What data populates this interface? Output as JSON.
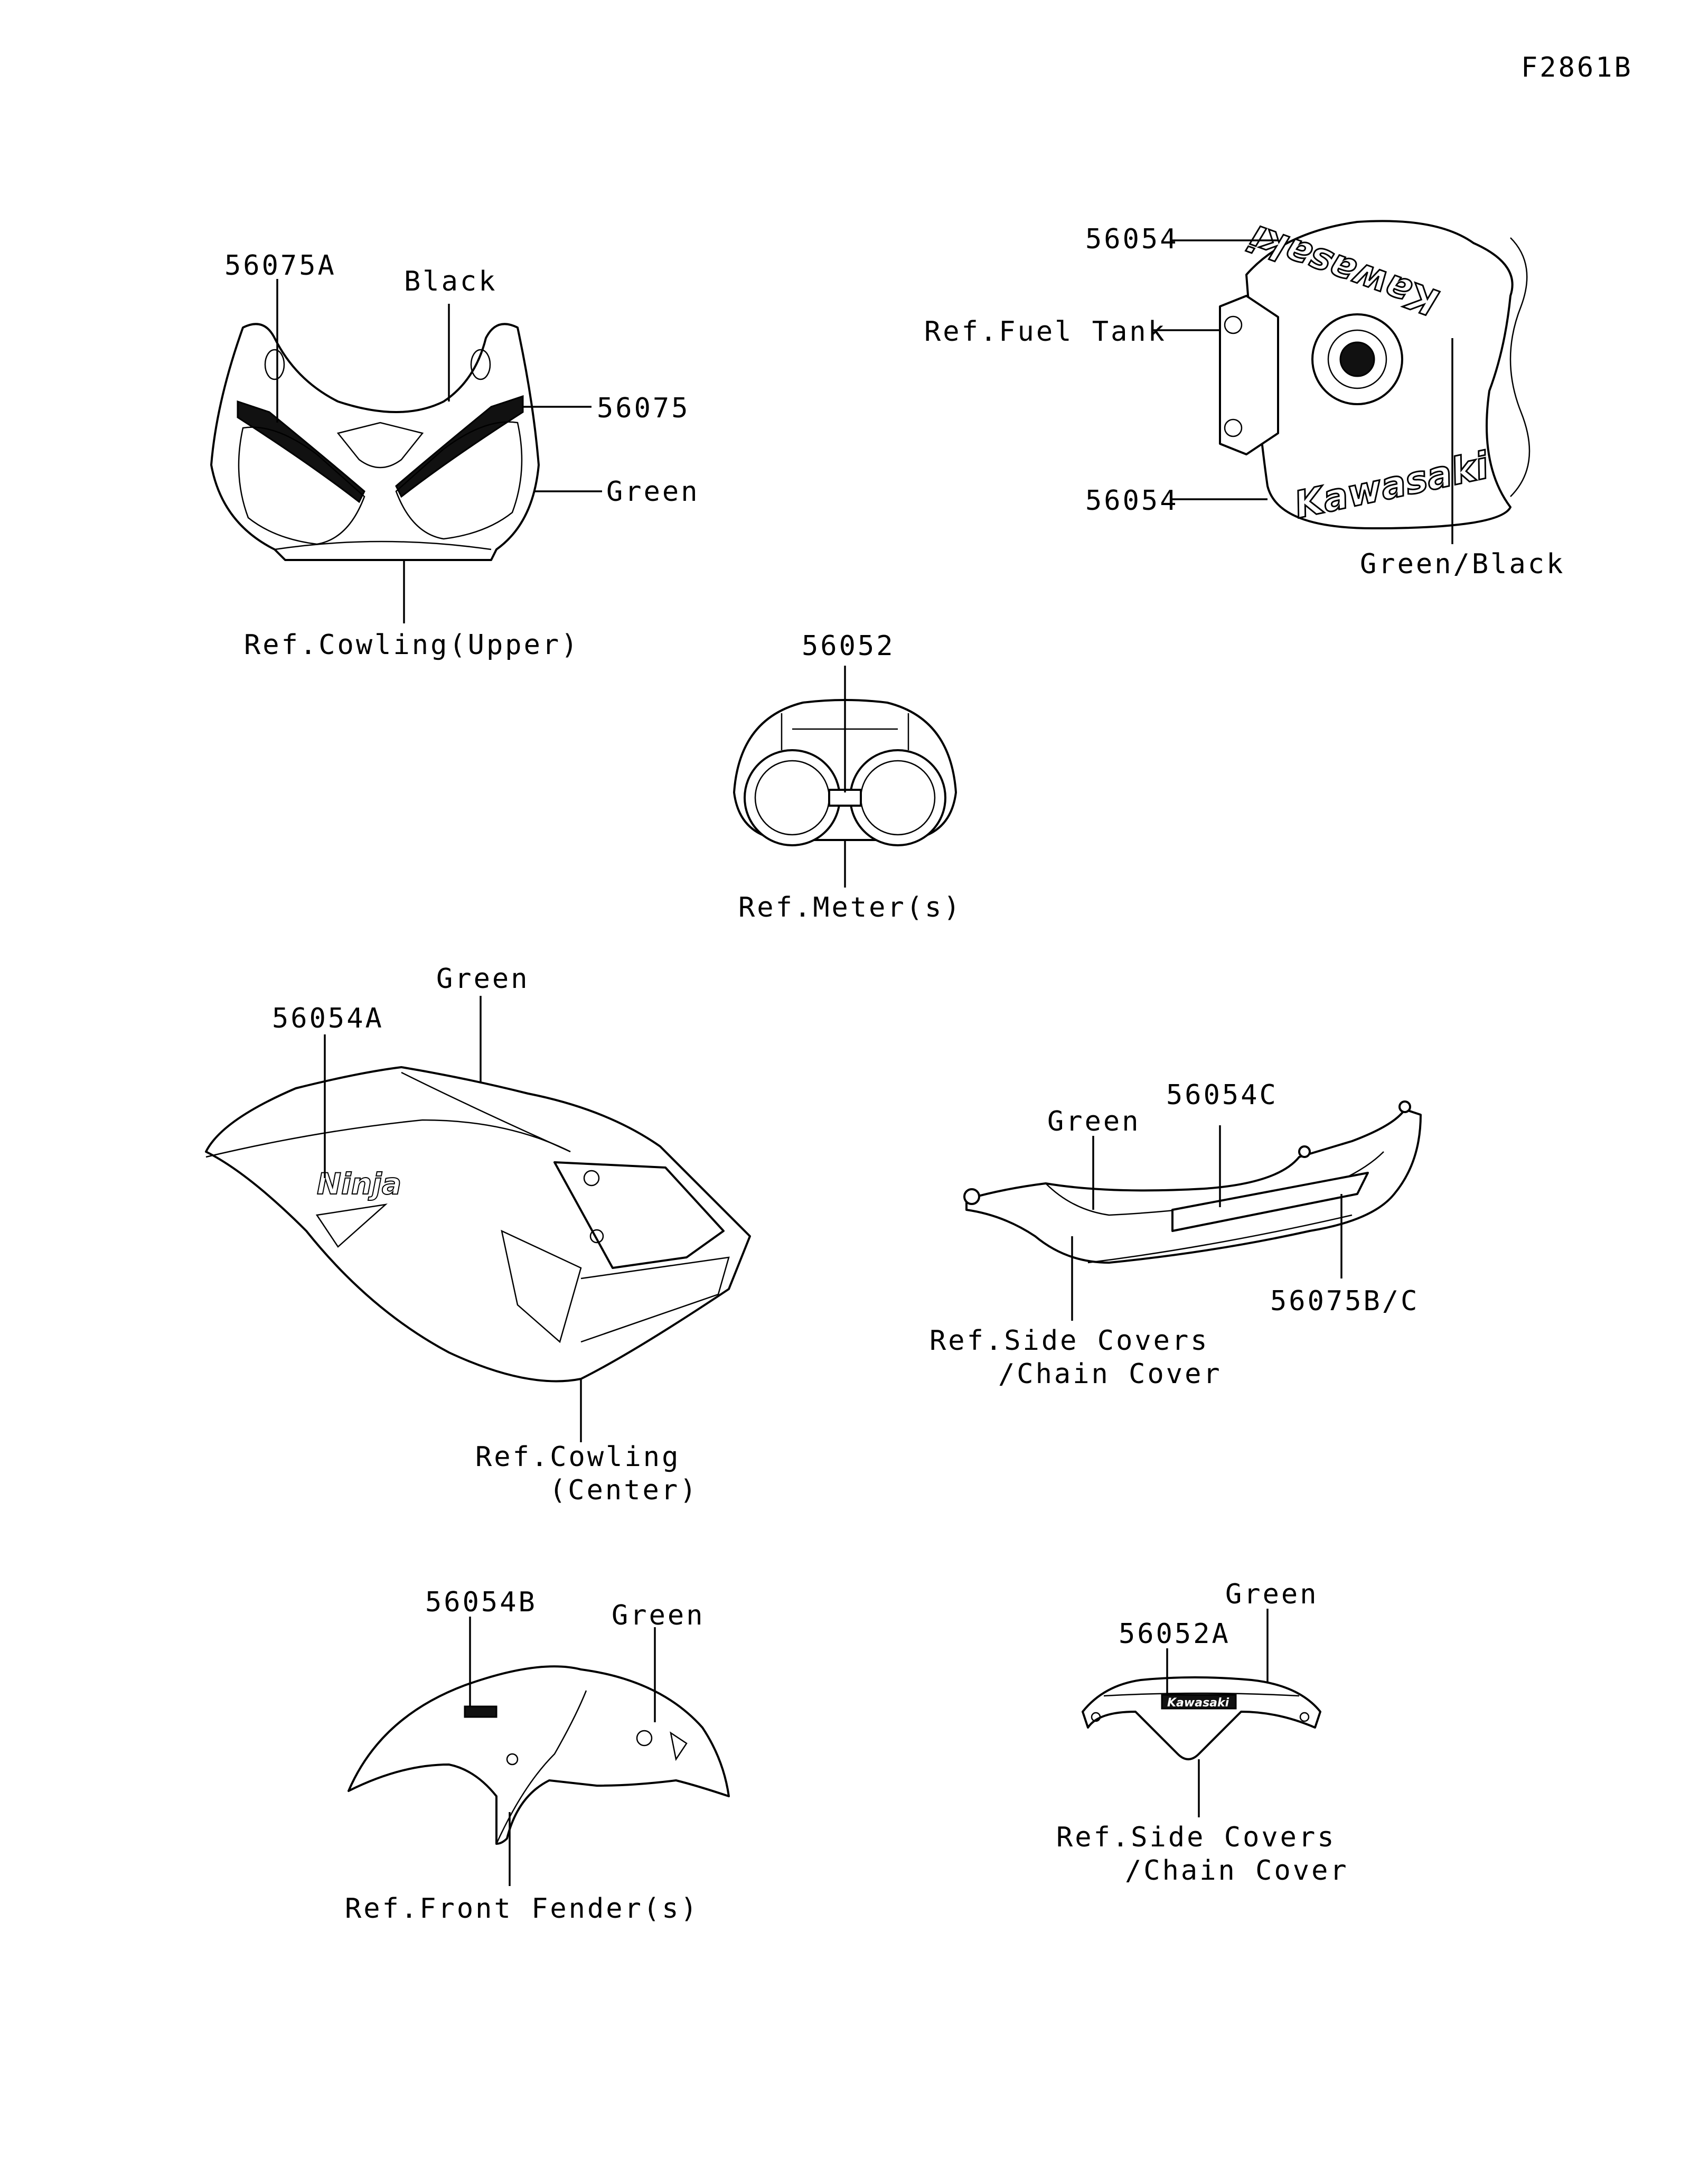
{
  "figure_id": "F2861B",
  "labels": {
    "cowl_upper_part_a": "56075A",
    "cowl_upper_black": "Black",
    "cowl_upper_part": "56075",
    "cowl_upper_green": "Green",
    "cowl_upper_ref": "Ref.Cowling(Upper)",
    "tank_part_top": "56054",
    "tank_ref": "Ref.Fuel Tank",
    "tank_part_bottom": "56054",
    "tank_color": "Green/Black",
    "meter_part": "56052",
    "meter_ref": "Ref.Meter(s)",
    "cowl_center_green": "Green",
    "cowl_center_part": "56054A",
    "cowl_center_ref_line1": "Ref.Cowling",
    "cowl_center_ref_line2": "(Center)",
    "side_cover_green": "Green",
    "side_cover_part_c": "56054C",
    "side_cover_part_bc": "56075B/C",
    "side_cover_ref_line1": "Ref.Side Covers",
    "side_cover_ref_line2": "/Chain Cover",
    "fender_part": "56054B",
    "fender_green": "Green",
    "fender_ref": "Ref.Front Fender(s)",
    "chain_cover_green": "Green",
    "chain_cover_part": "56052A",
    "chain_cover_ref_line1": "Ref.Side Covers",
    "chain_cover_ref_line2": "/Chain Cover"
  },
  "decal_text": {
    "kawasaki": "Kawasaki",
    "ninja": "Ninja"
  }
}
